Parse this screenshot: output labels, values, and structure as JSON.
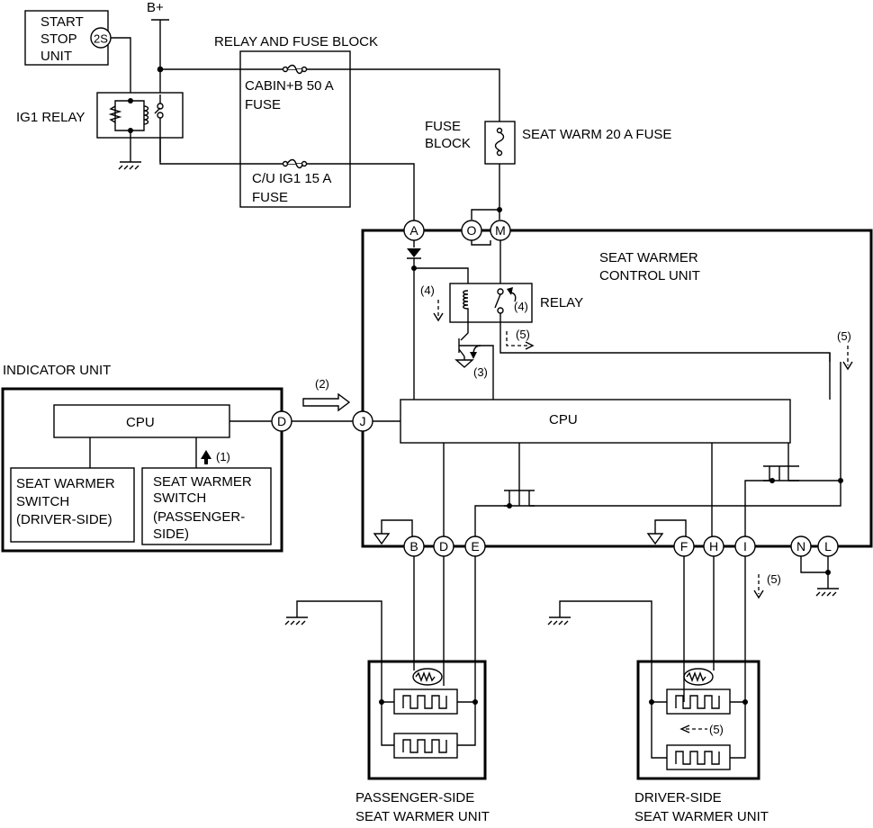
{
  "labels": {
    "start_stop_unit": [
      "START",
      "STOP",
      "UNIT"
    ],
    "start_stop_terminal": "2S",
    "battery": "B+",
    "relay_fuse_block": "RELAY AND FUSE BLOCK",
    "ig1_relay": "IG1 RELAY",
    "cabin_fuse": [
      "CABIN+B 50 A",
      "FUSE"
    ],
    "cu_ig1_fuse": [
      "C/U IG1 15 A",
      "FUSE"
    ],
    "fuse_block": [
      "FUSE",
      "BLOCK"
    ],
    "seat_warm_fuse": "SEAT WARM 20 A FUSE",
    "control_unit": [
      "SEAT WARMER",
      "CONTROL UNIT"
    ],
    "relay": "RELAY",
    "cpu_control": "CPU",
    "indicator_unit": "INDICATOR UNIT",
    "cpu_indicator": "CPU",
    "switch_driver": [
      "SEAT WARMER",
      "SWITCH",
      "(DRIVER-SIDE)"
    ],
    "switch_passenger": [
      "SEAT WARMER",
      "SWITCH",
      "(PASSENGER-",
      "SIDE)"
    ],
    "passenger_unit": [
      "PASSENGER-SIDE",
      "SEAT WARMER UNIT"
    ],
    "driver_unit": [
      "DRIVER-SIDE",
      "SEAT WARMER UNIT"
    ]
  },
  "terminals": {
    "control_top": [
      "A",
      "O",
      "M"
    ],
    "indicator": "D",
    "control_left": "J",
    "control_bottom_passenger": [
      "B",
      "D",
      "E"
    ],
    "control_bottom_driver": [
      "F",
      "H",
      "I"
    ],
    "control_ground": [
      "N",
      "L"
    ]
  },
  "steps": {
    "s1": "(1)",
    "s2": "(2)",
    "s3": "(3)",
    "s4": "(4)",
    "s5": "(5)"
  }
}
